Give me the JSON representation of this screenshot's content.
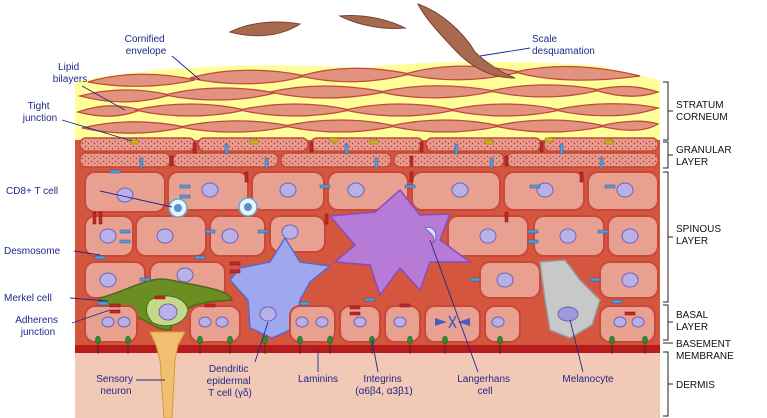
{
  "labels": {
    "cornified_envelope": [
      "Cornified",
      "envelope"
    ],
    "scale_desquamation": [
      "Scale",
      "desquamation"
    ],
    "lipid_bilayers": [
      "Lipid",
      "bilayers"
    ],
    "tight_junction": [
      "Tight",
      "junction"
    ],
    "cd8_t_cell": [
      "CD8+ T cell"
    ],
    "desmosome": [
      "Desmosome"
    ],
    "merkel_cell": [
      "Merkel cell"
    ],
    "adherens_junction": [
      "Adherens",
      "junction"
    ],
    "sensory_neuron": [
      "Sensory",
      "neuron"
    ],
    "dendritic_epidermal_t_cell": [
      "Dendritic",
      "epidermal",
      "T cell (γδ)"
    ],
    "laminins": [
      "Laminins"
    ],
    "integrins": [
      "Integrins",
      "(α6β4, α3β1)"
    ],
    "langerhans_cell": [
      "Langerhans",
      "cell"
    ],
    "melanocyte": [
      "Melanocyte"
    ]
  },
  "layers": {
    "stratum_corneum": [
      "STRATUM",
      "CORNEUM"
    ],
    "granular_layer": [
      "GRANULAR",
      "LAYER"
    ],
    "spinous_layer": [
      "SPINOUS",
      "LAYER"
    ],
    "basal_layer": [
      "BASAL",
      "LAYER"
    ],
    "basement_membrane": [
      "BASEMENT",
      "MEMBRANE"
    ],
    "dermis": [
      "DERMIS"
    ]
  },
  "colors": {
    "cell_fill": "#e8a090",
    "cell_border": "#c9483a",
    "nucleus": "#b9b0e8",
    "lipid": "#ffff99",
    "dermis": "#f2c8b6",
    "basement": "#b71c1c",
    "merkel": "#6b8e23",
    "dendritic_t": "#9fa8ee",
    "langerhans": "#b57bd6",
    "melanocyte": "#c8c8c8",
    "neuron": "#f0c070",
    "flake": "#a86a4f"
  }
}
